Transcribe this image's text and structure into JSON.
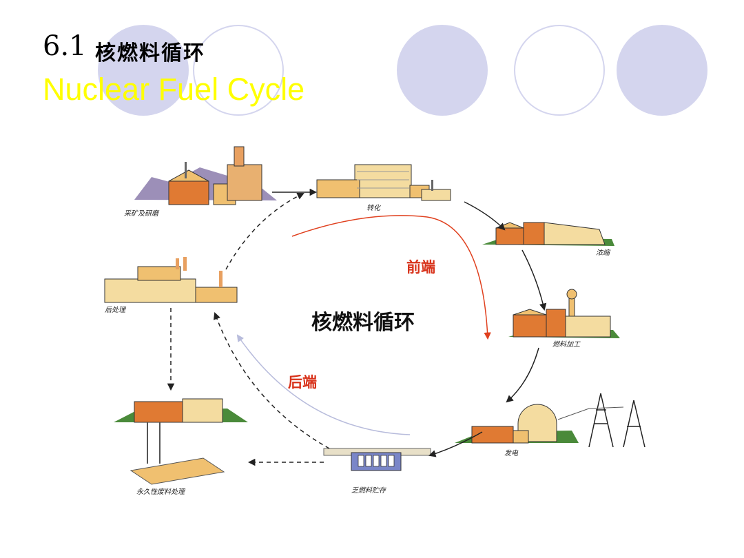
{
  "header": {
    "number": "6.1",
    "title_cn": "核燃料循环",
    "title_en": "Nuclear Fuel Cycle"
  },
  "diagram": {
    "center_label": "核燃料循环",
    "front_end_label": "前端",
    "back_end_label": "后端",
    "stations": {
      "mining": "采矿及研磨",
      "conversion": "转化",
      "enrichment": "浓缩",
      "fabrication": "燃料加工",
      "power": "发电",
      "storage": "乏燃料贮存",
      "disposal": "永久性废料处理",
      "reprocessing": "后处理"
    }
  },
  "colors": {
    "title_en": "#ffff00",
    "decor_circle": "#d4d5ee",
    "phase_text": "#d8321a",
    "front_arc": "#e0401e",
    "back_arc": "#b8bcdc"
  }
}
